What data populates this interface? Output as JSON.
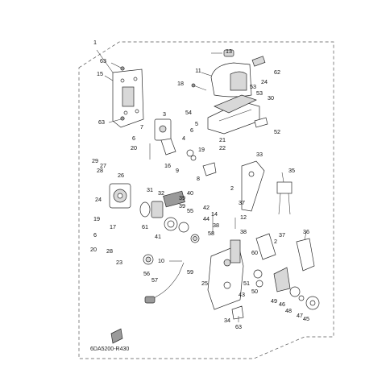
{
  "diagram": {
    "code_label": "6DA5200-R430",
    "callouts": [
      "1",
      "63",
      "15",
      "63",
      "3",
      "7",
      "6",
      "20",
      "5",
      "6",
      "4",
      "16",
      "9",
      "13",
      "11",
      "62",
      "24",
      "18",
      "53",
      "53",
      "30",
      "54",
      "52",
      "21",
      "22",
      "19",
      "8",
      "29",
      "27",
      "26",
      "28",
      "24",
      "31",
      "32",
      "40",
      "39",
      "61",
      "41",
      "55",
      "33",
      "2",
      "37",
      "35",
      "42",
      "14",
      "44",
      "38",
      "12",
      "58",
      "38",
      "19",
      "6",
      "17",
      "20",
      "28",
      "23",
      "10",
      "56",
      "57",
      "59",
      "25",
      "60",
      "37",
      "2",
      "36",
      "51",
      "50",
      "43",
      "49",
      "48",
      "46",
      "47",
      "45",
      "34",
      "63",
      "39"
    ]
  }
}
